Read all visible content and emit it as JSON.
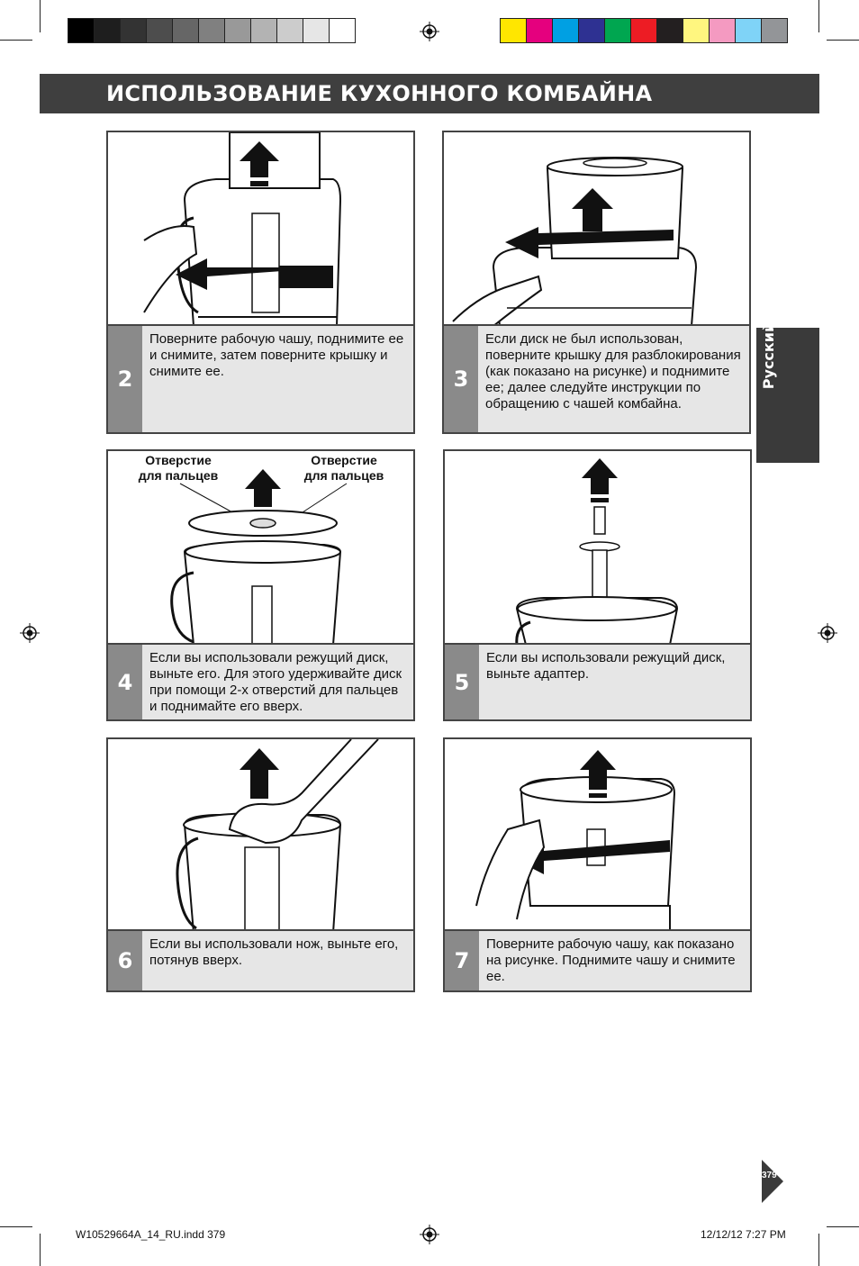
{
  "header": {
    "title": "ИСПОЛЬЗОВАНИЕ КУХОННОГО КОМБАЙНА"
  },
  "language_tab": {
    "label": "Русский"
  },
  "colors": {
    "header_bg": "#3f3f3f",
    "step_number_bg": "#8a8a8a",
    "caption_bg": "#e6e6e6",
    "grayscale_bar": [
      "#000000",
      "#1e1e1e",
      "#333333",
      "#4d4d4d",
      "#666666",
      "#808080",
      "#999999",
      "#b3b3b3",
      "#cccccc",
      "#e6e6e6",
      "#ffffff"
    ],
    "color_bar": [
      "#ffe600",
      "#e5007e",
      "#00a0e3",
      "#2e3192",
      "#00a650",
      "#ed1c24",
      "#231f20",
      "#fff67f",
      "#f49ac1",
      "#7fd3f7",
      "#939598"
    ]
  },
  "steps": [
    {
      "number": "2",
      "text": "Поверните рабочую чашу, поднимите ее и снимите, затем поверните крышку и снимите ее."
    },
    {
      "number": "3",
      "text": "Если диск не был использован, поверните крышку для разблокирования (как показано на рисунке) и поднимите ее; далее следуйте инструкции по обращению с чашей комбайна."
    },
    {
      "number": "4",
      "text": "Если вы использовали режущий диск, выньте его. Для этого удерживайте диск при помощи 2-х отверстий для пальцев и поднимайте его вверх."
    },
    {
      "number": "5",
      "text": "Если вы использовали режущий диск, выньте адаптер."
    },
    {
      "number": "6",
      "text": "Если вы использовали нож, выньте его, потянув вверх."
    },
    {
      "number": "7",
      "text": "Поверните рабочую чашу, как показано на рисунке. Поднимите чашу и снимите ее."
    }
  ],
  "finger_hole_labels": [
    "Отверстие для пальцев",
    "Отверстие для пальцев"
  ],
  "footer": {
    "file": "W10529664A_14_RU.indd   379",
    "date": "12/12/12   7:27 PM",
    "page_number": "379"
  }
}
